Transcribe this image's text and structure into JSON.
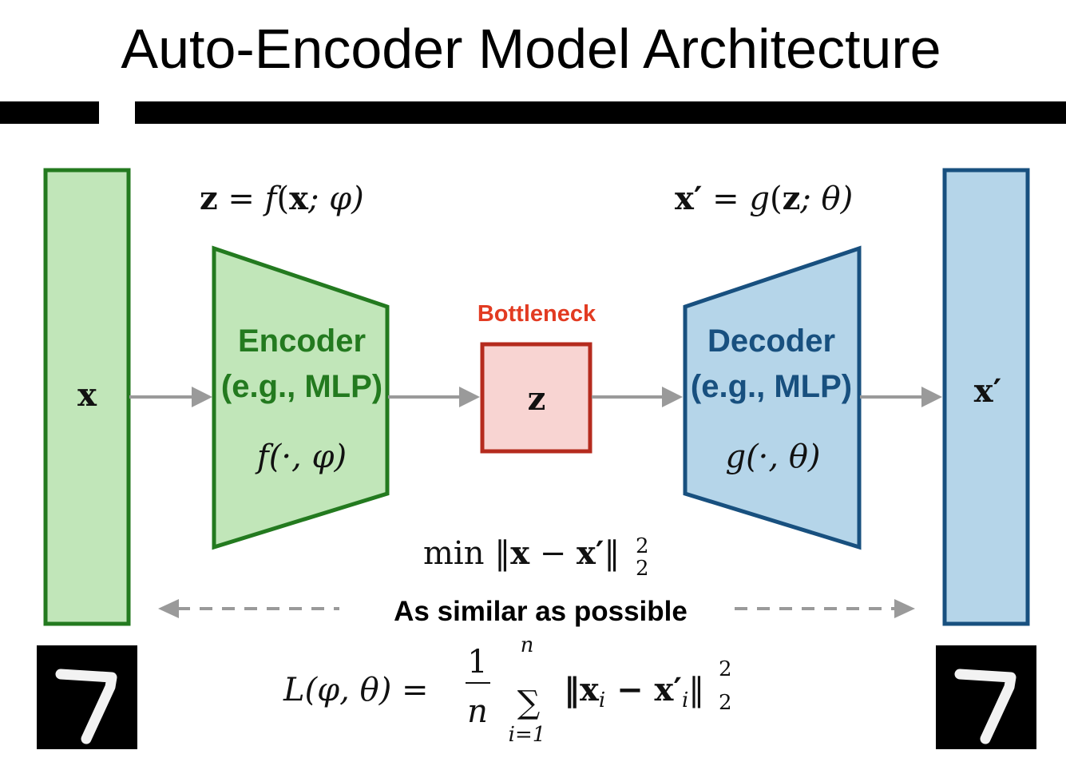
{
  "title": "Auto-Encoder Model Architecture",
  "colors": {
    "encoder_fill": "#c1e6b9",
    "encoder_stroke": "#237a1f",
    "decoder_fill": "#b5d5e9",
    "decoder_stroke": "#18507f",
    "bottleneck_fill": "#f8d4d2",
    "bottleneck_stroke": "#b52b1e",
    "bottleneck_label": "#e23b22",
    "arrow": "#9a9a9a"
  },
  "input": {
    "label": "x"
  },
  "output": {
    "label": "x′"
  },
  "encoder": {
    "name": "Encoder",
    "sub": "(e.g., MLP)",
    "fn": "f(·, φ)",
    "eq": {
      "lhs": "z",
      "eq": " = ",
      "f": "f",
      "open": "(",
      "x": "x",
      "rest": "; φ)"
    }
  },
  "decoder": {
    "name": "Decoder",
    "sub": "(e.g., MLP)",
    "fn": "g(·, θ)",
    "eq": {
      "lhs": "x′",
      "eq": " = ",
      "f": "g",
      "open": "(",
      "x": "z",
      "rest": "; θ)"
    }
  },
  "bottleneck": {
    "label": "Bottleneck",
    "z": "z"
  },
  "objective": {
    "min": "min ‖",
    "x": "x",
    "minus": " − ",
    "xp": "x′",
    "close": "‖",
    "sup": "2",
    "sub": "2"
  },
  "similar_label": "As similar as possible",
  "loss": {
    "lhs": "L(φ, θ) =",
    "num": "1",
    "den": "n",
    "sum": "∑",
    "top": "n",
    "bottom": "i=1",
    "body": "‖x",
    "i1": "i",
    "minus": " − x′",
    "i2": "i",
    "close": "‖",
    "sup": "2",
    "sub": "2"
  },
  "digit": "7"
}
